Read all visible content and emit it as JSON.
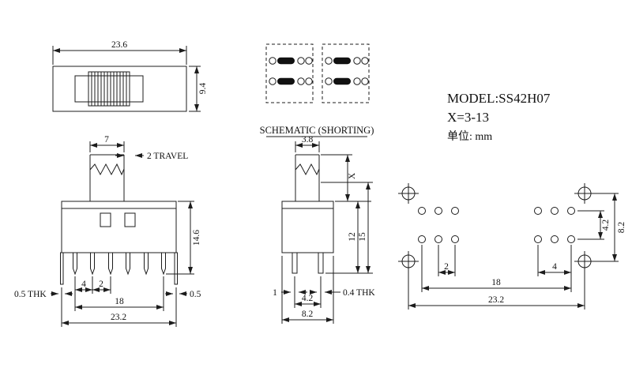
{
  "colors": {
    "line": "#1c1c1c",
    "ink": "#111111",
    "bg": "#ffffff"
  },
  "title_block": {
    "model": "MODEL:SS42H07",
    "x_range": "X=3-13",
    "unit": "单位: mm"
  },
  "schematic": {
    "label": "SCHEMATIC (SHORTING)"
  },
  "top_view": {
    "width": "23.6",
    "height": "9.4"
  },
  "front_view": {
    "actuator_width": "7",
    "travel": "2 TRAVEL",
    "total_height": "14.6",
    "dim_4": "4",
    "dim_2": "2",
    "pin_span": "18",
    "body_width": "23.2",
    "thk_left": "0.5 THK",
    "thk_right": "0.5"
  },
  "side_view": {
    "actuator_depth": "3.8",
    "dim_x": "X",
    "dim_12": "12",
    "dim_15": "15",
    "pin_width": "1",
    "pin_pitch": "4.2",
    "body_depth": "8.2",
    "thk": "0.4 THK"
  },
  "footprint": {
    "row_pitch": "4.2",
    "mount_pitch": "8.2",
    "dim_2": "2",
    "dim_4": "4",
    "span": "18",
    "mount_span": "23.2"
  }
}
